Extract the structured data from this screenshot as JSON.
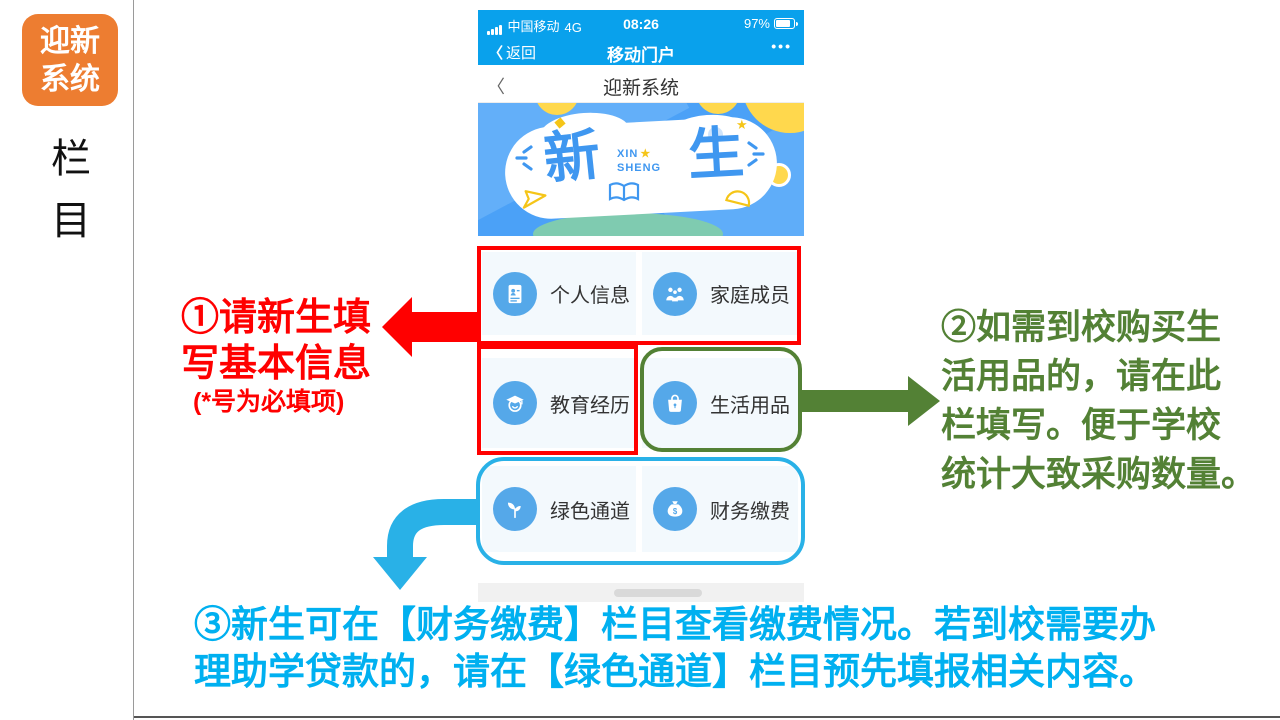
{
  "sidebar": {
    "badge_line1": "迎新",
    "badge_line2": "系统",
    "vertical_label": "栏目"
  },
  "phone": {
    "status_bar": {
      "carrier": "中国移动",
      "network": "4G",
      "time": "08:26",
      "battery_percent": "97%"
    },
    "nav_bar": {
      "back_chevron": "〈",
      "back_label": "返回",
      "title": "移动门户",
      "more": "•••"
    },
    "page_header": {
      "back_chevron": "〈",
      "title": "迎新系统"
    },
    "banner": {
      "char_left": "新",
      "char_right": "生",
      "pinyin_top": "XIN",
      "pinyin_bottom": "SHENG",
      "star": "★"
    },
    "menu": [
      {
        "label": "个人信息",
        "icon": "id-card-icon"
      },
      {
        "label": "家庭成员",
        "icon": "family-icon"
      },
      {
        "label": "教育经历",
        "icon": "graduation-cap-icon"
      },
      {
        "label": "生活用品",
        "icon": "shopping-bag-icon"
      },
      {
        "label": "绿色通道",
        "icon": "sprout-icon"
      },
      {
        "label": "财务缴费",
        "icon": "money-bag-icon"
      }
    ]
  },
  "annotations": {
    "step1": {
      "color": "#FF0000",
      "line1": "①请新生填",
      "line2": "写基本信息",
      "line3": "(*号为必填项)"
    },
    "step2": {
      "color": "#538135",
      "lines": [
        "②如需到校购买生",
        "活用品的，请在此",
        "栏填写。便于学校",
        "统计大致采购数量。"
      ]
    },
    "step3": {
      "color": "#00B0F0",
      "line1": "③新生可在【财务缴费】栏目查看缴费情况。若到校需要办",
      "line2": "理助学贷款的，请在【绿色通道】栏目预先填报相关内容。"
    }
  },
  "colors": {
    "phone_blue": "#09A1EC",
    "icon_circle_blue": "#55A8E9",
    "banner_blue": "#4BA1F7",
    "badge_orange": "#ED7D31",
    "highlight_red": "#FF0000",
    "highlight_green": "#538135",
    "highlight_cyan": "#29B1E7",
    "cyan_text": "#00B0F0"
  }
}
